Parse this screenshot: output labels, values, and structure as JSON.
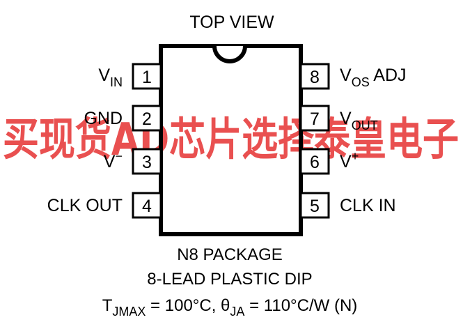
{
  "header": {
    "view": "TOP VIEW"
  },
  "watermark": {
    "text": "买现货AD芯片选择泰皇电子"
  },
  "pins_left": [
    {
      "num": "1",
      "main": "V",
      "sub": "IN",
      "sup": ""
    },
    {
      "num": "2",
      "main": "GND",
      "sub": "",
      "sup": ""
    },
    {
      "num": "3",
      "main": "V",
      "sub": "",
      "sup": "−"
    },
    {
      "num": "4",
      "main": "CLK OUT",
      "sub": "",
      "sup": ""
    }
  ],
  "pins_right": [
    {
      "num": "8",
      "main": "V",
      "sub": "OS",
      "after": " ADJ",
      "sup": ""
    },
    {
      "num": "7",
      "main": "V",
      "sub": "OUT",
      "after": "",
      "sup": ""
    },
    {
      "num": "6",
      "main": "V",
      "sub": "",
      "after": "",
      "sup": "+"
    },
    {
      "num": "5",
      "main": "CLK IN",
      "sub": "",
      "after": "",
      "sup": ""
    }
  ],
  "caption": {
    "line1": "N8 PACKAGE",
    "line2": "8-LEAD PLASTIC DIP",
    "line3": {
      "t": "T",
      "t_sub": "JMAX",
      "t_val": " = 100°C, θ",
      "theta_sub": "JA",
      "theta_val": " = 110°C/W (N)"
    }
  },
  "colors": {
    "outline": "#000000",
    "watermark": "#e52a2a",
    "background": "#ffffff"
  }
}
